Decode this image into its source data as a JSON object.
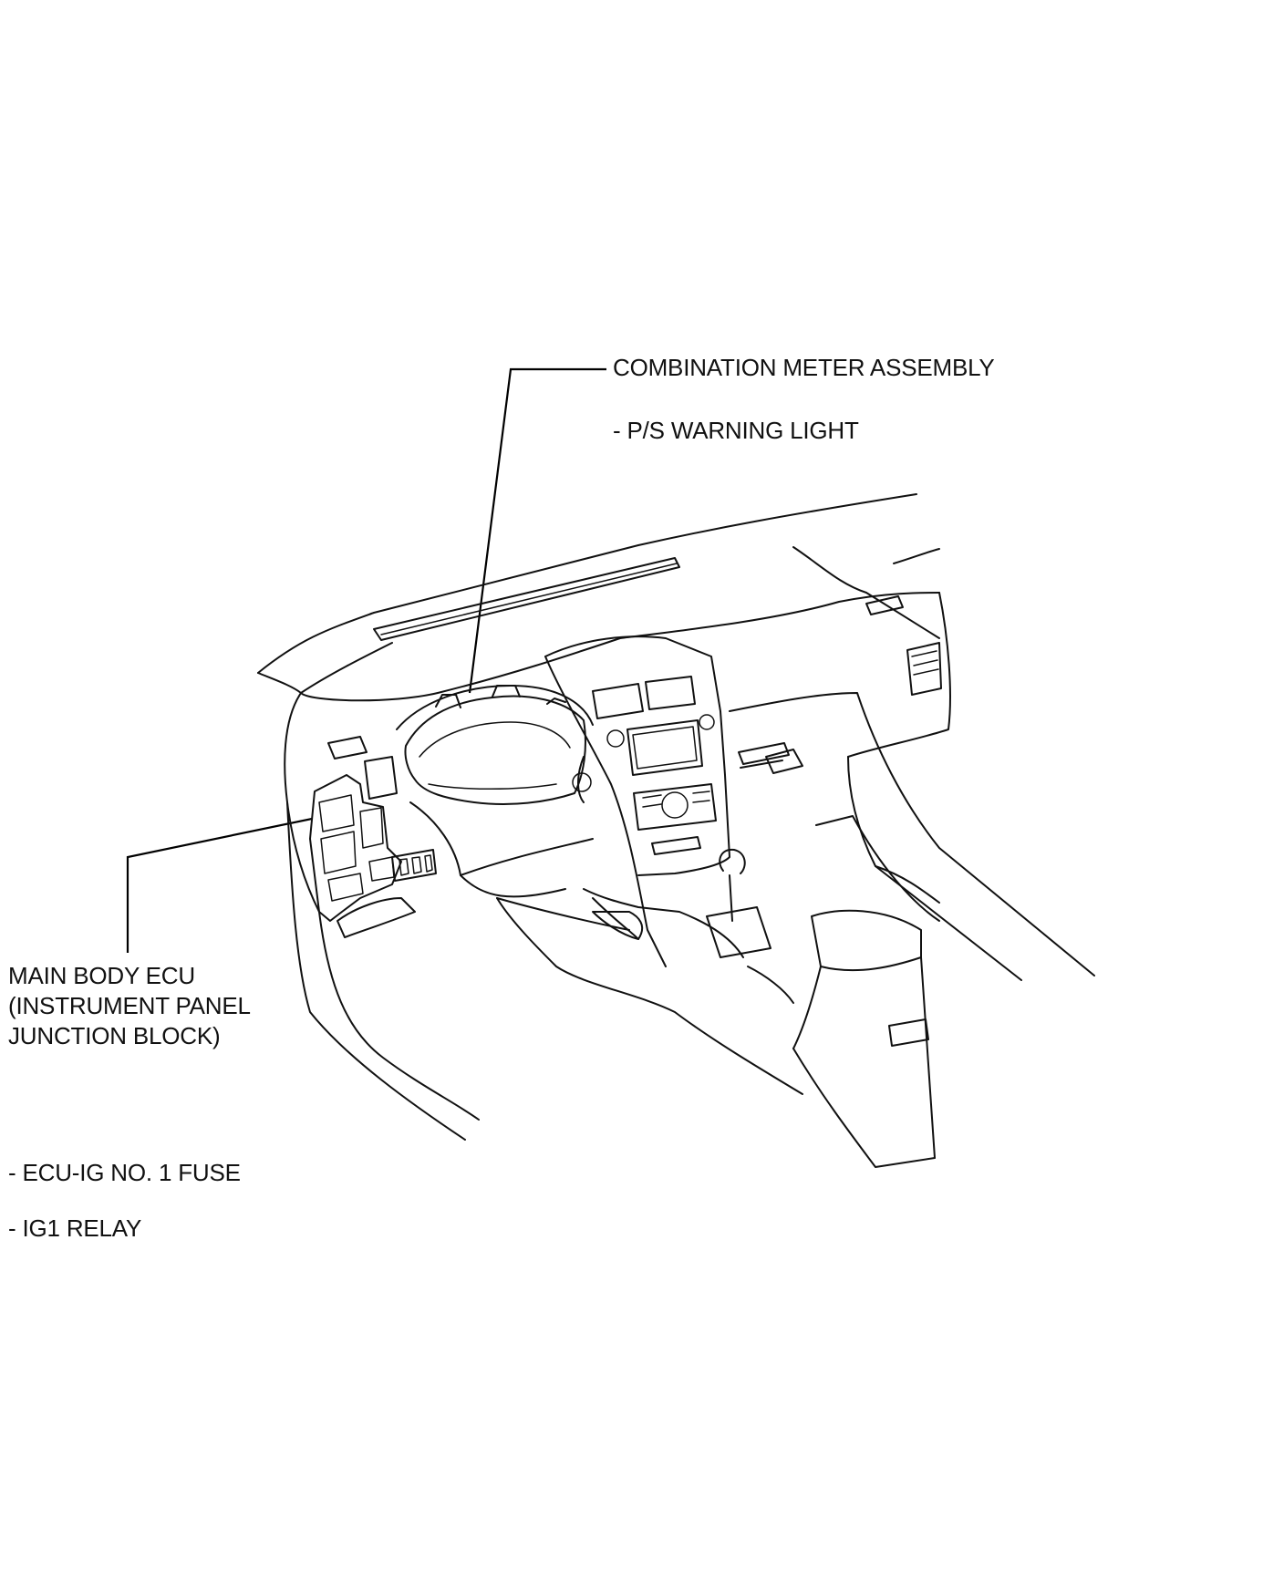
{
  "callouts": {
    "combination_meter": {
      "title": "COMBINATION METER ASSEMBLY",
      "items": [
        "- P/S WARNING LIGHT"
      ]
    },
    "main_body_ecu": {
      "title_lines": [
        "MAIN BODY ECU",
        "(INSTRUMENT PANEL",
        "JUNCTION BLOCK)"
      ],
      "items": [
        "- ECU-IG NO. 1 FUSE",
        "- IG1 RELAY"
      ]
    }
  },
  "colors": {
    "line": "#111111",
    "background": "#ffffff"
  }
}
